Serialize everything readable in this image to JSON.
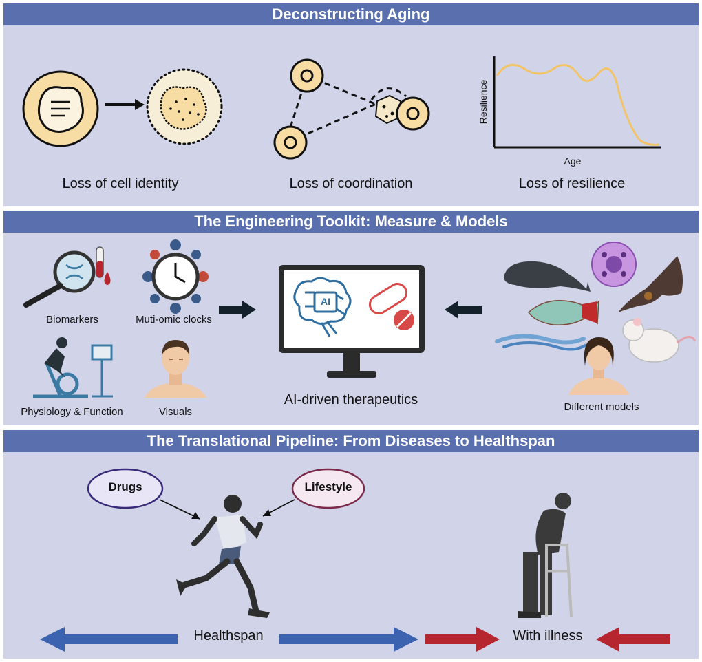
{
  "sections": {
    "aging": {
      "title": "Deconstructing Aging",
      "items": [
        "Loss of cell identity",
        "Loss of coordination",
        "Loss of resilience"
      ],
      "chart": {
        "ylabel": "Resilience",
        "xlabel": "Age"
      }
    },
    "toolkit": {
      "title": "The Engineering Toolkit: Measure & Models",
      "biomarkers": "Biomarkers",
      "clocks": "Muti-omic clocks",
      "physiology": "Physiology & Function",
      "visuals": "Visuals",
      "ai_badge": "AI",
      "center": "AI-driven therapeutics",
      "models": "Different models"
    },
    "pipeline": {
      "title": "The Translational Pipeline: From Diseases to Healthspan",
      "drugs": "Drugs",
      "lifestyle": "Lifestyle",
      "healthspan": "Healthspan",
      "illness": "With illness"
    }
  },
  "colors": {
    "header": "#5a6fae",
    "panel": "#d1d4e8",
    "cell": "#f7dda3",
    "blue_arrow": "#3b63b0",
    "red_arrow": "#b5262e",
    "curve": "#f2c46a"
  },
  "icons": [
    "cell-icon",
    "dna-magnifier-icon",
    "blood-tube-icon",
    "clock-icon",
    "exercise-bike-icon",
    "face-icon",
    "monitor-icon",
    "brain-chip-icon",
    "pill-icon",
    "whale-icon",
    "bat-icon",
    "fish-icon",
    "worm-icon",
    "mouse-icon",
    "organoid-icon",
    "runner-icon",
    "elderly-walker-icon"
  ]
}
